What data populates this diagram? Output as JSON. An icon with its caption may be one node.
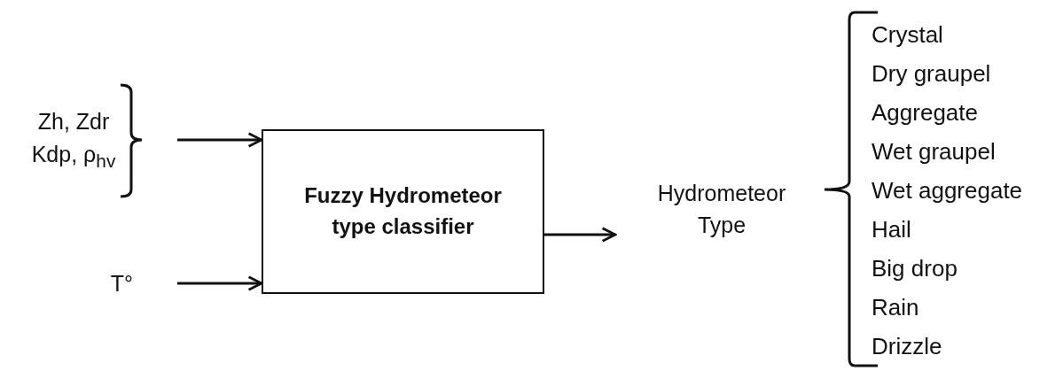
{
  "diagram": {
    "nodes": [
      {
        "text": [
          "Zh, Zdr Kdp, ρ$_{hv}$"
        ]
      },
      {
        "text": [
          "T°"
        ]
      },
      {
        "text": [
          "Fuzzy Hydrometeor type classifier"
        ]
      },
      {
        "text": [
          "Hydrometeor Type"
        ]
      }
    ],
    "edges": [
      {
        "from": 0,
        "to": 2,
        "arrow": "to"
      },
      {
        "from": 1,
        "to": 2,
        "arrow": "to"
      },
      {
        "from": 2,
        "to": 3,
        "arrow": "to"
      }
    ],
    "labels": [
      "Crystal",
      "Dry graupel",
      "Aggregate",
      "Wet graupel",
      "Wet aggregate",
      "Hail",
      "Big drop",
      "Rain",
      "Drizzle"
    ]
  }
}
